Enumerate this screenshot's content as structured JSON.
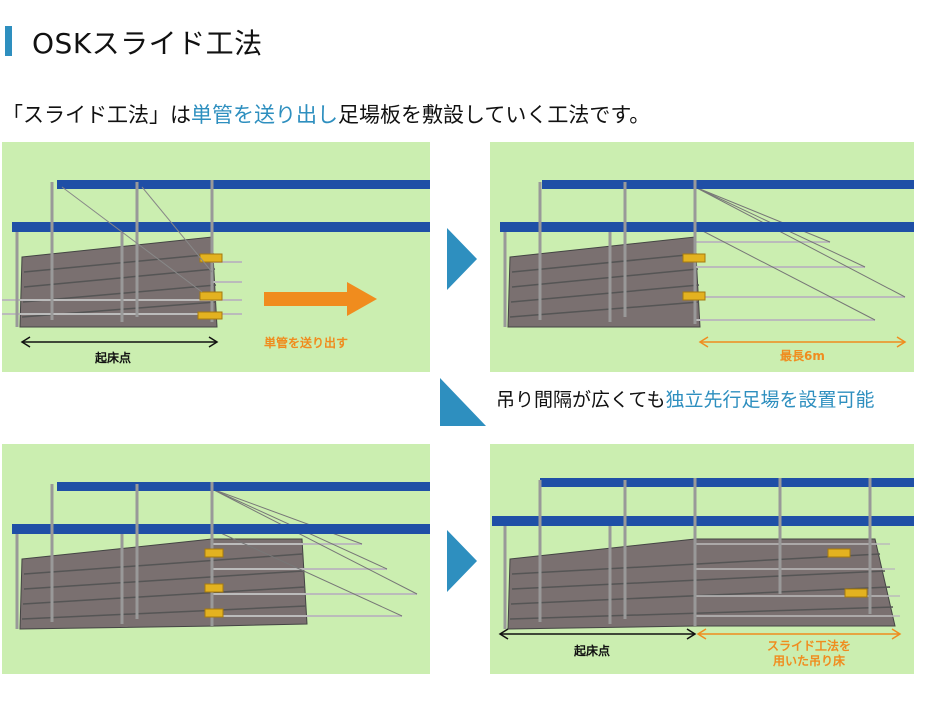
{
  "page": {
    "title": "OSKスライド工法",
    "lead_prefix": "「スライド工法」は",
    "lead_highlight": "単管を送り出し",
    "lead_suffix": "足場板を敷設していく工法です。",
    "note_prefix": "吊り間隔が広くても",
    "note_highlight": "独立先行足場を設置可能"
  },
  "panels": {
    "p1": {
      "start_label": "起床点",
      "push_label": "単管を送り出す"
    },
    "p2": {
      "max_label": "最長6m"
    },
    "p4": {
      "start_label": "起床点",
      "slide_label_line1": "スライド工法を",
      "slide_label_line2": "用いた吊り床"
    }
  },
  "colors": {
    "accent": "#2e8fbf",
    "panel_bg": "#cbeeb0",
    "beam_blue": "#1f4fa6",
    "arrow_orange": "#f08c1e",
    "deck_gray": "#7a7070"
  }
}
